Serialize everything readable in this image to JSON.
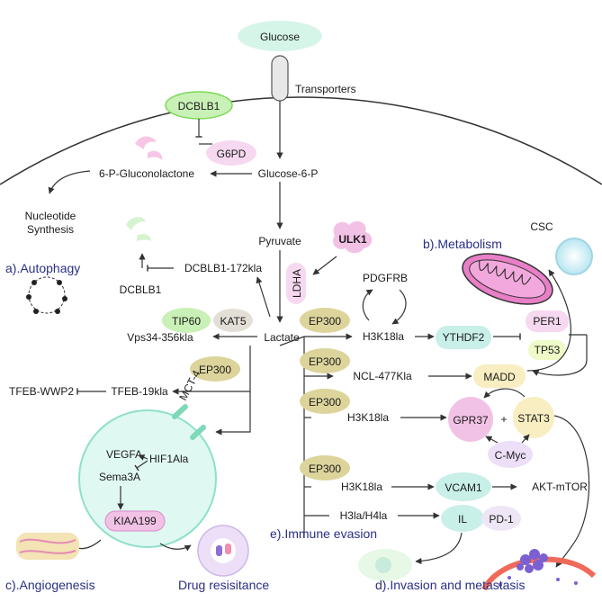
{
  "nodes": {
    "glucose": "Glucose",
    "transporters": "Transporters",
    "dcblb1_top": "DCBLB1",
    "g6pd": "G6PD",
    "glucose_6_p": "Glucose-6-P",
    "gluconolactone": "6-P-Gluconolactone",
    "nucleotide": "Nucleotide",
    "synthesis": "Synthesis",
    "pyruvate": "Pyruvate",
    "ulk1": "ULK1",
    "ldha": "LDHA",
    "dcblb1_172": "DCBLB1-172kla",
    "dcblb1_low": "DCBLB1",
    "pdgfrb": "PDGFRB",
    "tip60": "TIP60",
    "kat5": "KAT5",
    "lactate": "Lactate",
    "vps34": "Vps34-356kla",
    "ep300_1": "EP300",
    "ep300_2": "EP300",
    "ep300_3": "EP300",
    "ep300_4": "EP300",
    "ep300_5": "EP300",
    "h3k18la_1": "H3K18la",
    "h3k18la_2": "H3K18la",
    "h3k18la_3": "H3K18la",
    "ythdf2": "YTHDF2",
    "per1": "PER1",
    "tp53": "TP53",
    "ncl": "NCL-477Kla",
    "madd": "MADD",
    "tfeb_19": "TFEB-19kla",
    "tfeb_wwp2": "TFEB-WWP2",
    "mct4": "MCT-4",
    "vegfa": "VEGFA",
    "hif1ala": "HIF1Ala",
    "sema3a": "Sema3A",
    "kiaa199": "KIAA199",
    "gpr37": "GPR37",
    "plus": "+",
    "stat3": "STAT3",
    "cmyc": "C-Myc",
    "vcam1": "VCAM1",
    "akt_mtor": "AKT-mTOR",
    "h3la_h4la": "H3la/H4la",
    "il": "IL",
    "pd1": "PD-1",
    "csc": "CSC"
  },
  "sections": {
    "autophagy": "a).Autophagy",
    "metabolism": "b).Metabolism",
    "angiogenesis": "c).Angiogenesis",
    "drug_resistance": "Drug resisitance",
    "invasion": "d).Invasion and metastasis",
    "immune": "e).Immune evasion"
  },
  "colors": {
    "green_fill": "#c9f0b6",
    "green_stroke": "#7ed957",
    "pink_fill": "#f6d8f0",
    "olive_fill": "#dcd49b",
    "teal_fill": "#c8efe8",
    "cell_circle_fill": "#dff8f2",
    "cell_circle_stroke": "#8fe0c9",
    "kiaa_fill": "#f2c2e6",
    "section_text": "#2a2f85"
  }
}
